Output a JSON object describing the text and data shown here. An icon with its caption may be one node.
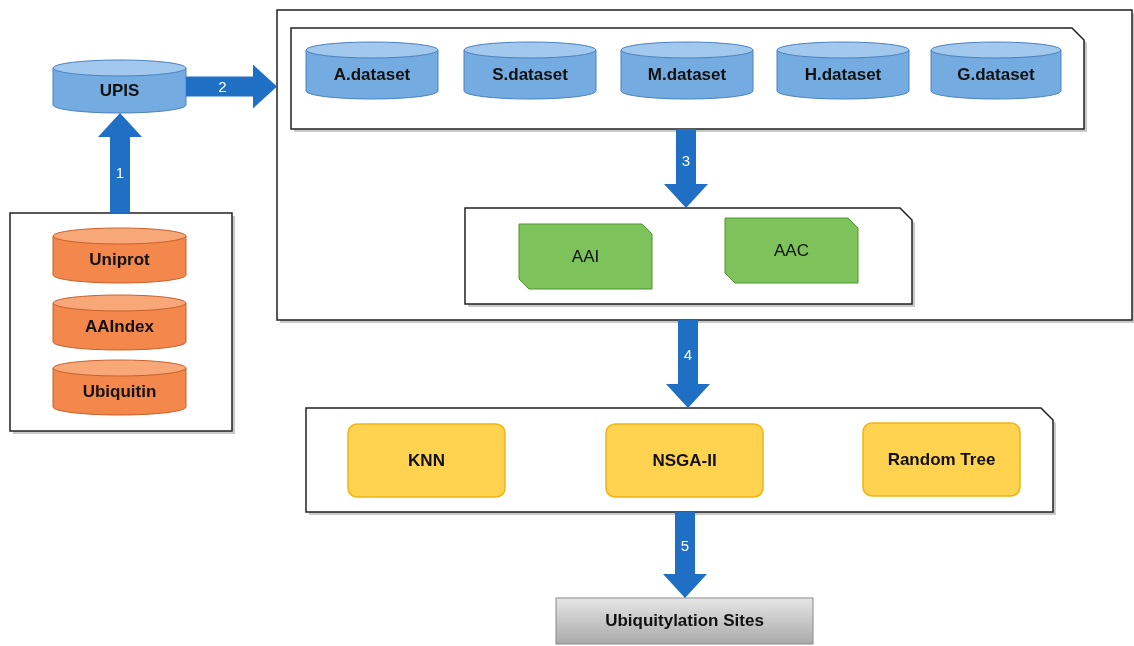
{
  "diagram": {
    "nodes": [
      {
        "text": [],
        "shape": "box"
      },
      {
        "text": [
          "Uniprot"
        ],
        "in": 0
      },
      {
        "text": [
          "AAIndex"
        ],
        "in": 0
      },
      {
        "text": [
          "Ubiquitin"
        ],
        "in": 0
      },
      {
        "text": [
          "UPIS"
        ]
      },
      {
        "text": [],
        "shape": "box"
      },
      {
        "text": [],
        "shape": "box",
        "in": 5
      },
      {
        "text": [
          "A.dataset"
        ],
        "in": 6
      },
      {
        "text": [
          "S.dataset"
        ],
        "in": 6
      },
      {
        "text": [
          "M.dataset"
        ],
        "in": 6
      },
      {
        "text": [
          "H.dataset"
        ],
        "in": 6
      },
      {
        "text": [
          "G.dataset"
        ],
        "in": 6
      },
      {
        "text": [],
        "shape": "box",
        "in": 5
      },
      {
        "text": [
          "AAI"
        ],
        "in": 12
      },
      {
        "text": [
          "AAC"
        ],
        "in": 12
      },
      {
        "text": [],
        "shape": "box"
      },
      {
        "text": [
          "KNN"
        ],
        "in": 15
      },
      {
        "text": [
          "NSGA-II"
        ],
        "in": 15
      },
      {
        "text": [
          "Random Tree"
        ],
        "in": 15
      },
      {
        "text": [
          "Ubiquitylation Sites"
        ]
      }
    ],
    "edges": [
      {
        "from": 0,
        "to": 4,
        "arrow": "to",
        "label": "1"
      },
      {
        "from": 4,
        "to": 5,
        "arrow": "to",
        "label": "2"
      },
      {
        "from": 6,
        "to": 12,
        "arrow": "to",
        "label": "3"
      },
      {
        "from": 5,
        "to": 15,
        "arrow": "to",
        "label": "4"
      },
      {
        "from": 15,
        "to": 19,
        "arrow": "to",
        "label": "5"
      }
    ]
  }
}
